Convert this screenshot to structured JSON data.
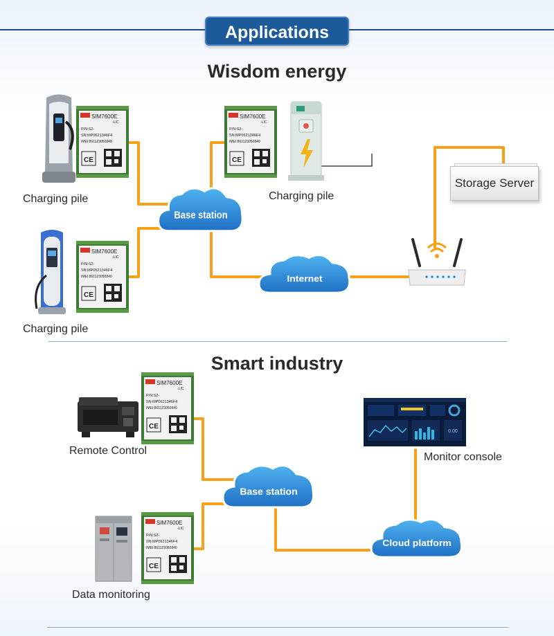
{
  "header": {
    "title": "Applications"
  },
  "section1": {
    "title": "Wisdom energy",
    "labels": {
      "pile_top_left": "Charging pile",
      "pile_top_center": "Charging pile",
      "pile_bottom_left": "Charging pile",
      "storage_server": "Storage Server"
    },
    "clouds": {
      "base_station": "Base station",
      "internet": "Internet"
    }
  },
  "section2": {
    "title": "Smart industry",
    "labels": {
      "remote_control": "Remote Control",
      "monitor_console": "Monitor console",
      "data_monitoring": "Data monitoring"
    },
    "clouds": {
      "base_station": "Base station",
      "cloud_platform": "Cloud platform"
    },
    "dashboard_value": "0.00"
  },
  "module": {
    "model": "SIM7600E",
    "suffix": "-LIC",
    "pn": "P/N:S2-",
    "sn": "SN:MP0621346F4",
    "imei": "IMEI:861123050840",
    "ce": "CE"
  },
  "colors": {
    "accent_blue": "#1d5a9a",
    "connector_orange": "#f7a11a",
    "cloud_blue": "#2a8ee0",
    "pcb_green": "#3d7a33"
  }
}
